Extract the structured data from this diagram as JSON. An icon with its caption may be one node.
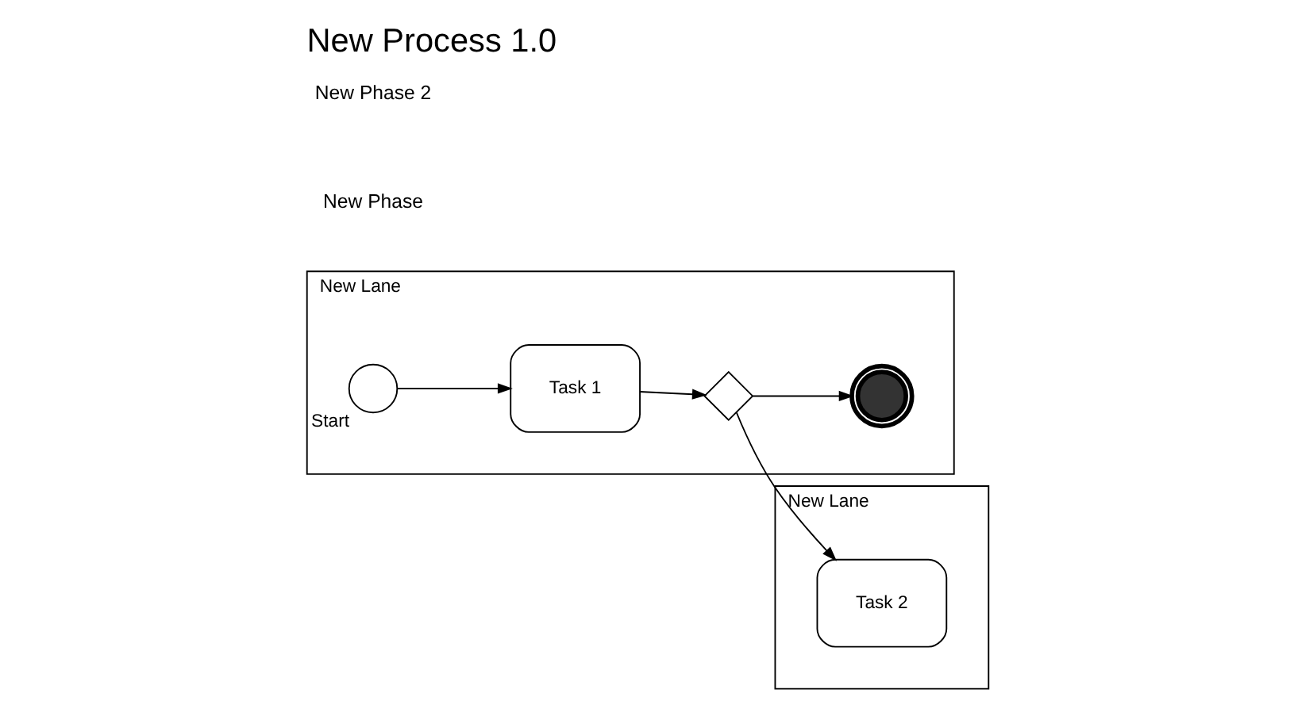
{
  "diagram": {
    "title": "New Process 1.0",
    "nodes": [
      {
        "text": [
          "New Lane"
        ]
      },
      {
        "text": [],
        "shape": "circle",
        "beside": [
          "Start"
        ],
        "in": 0
      },
      {
        "text": [
          "Task 1"
        ],
        "in": 0
      },
      {
        "text": [],
        "shape": "diamond",
        "in": 0
      },
      {
        "text": [],
        "shape": "circle",
        "in": 0
      },
      {
        "text": [
          "New Lane"
        ]
      },
      {
        "text": [
          "Task 2"
        ],
        "in": 5
      }
    ],
    "edges": [
      {
        "from": 1,
        "to": 2,
        "arrow": "to"
      },
      {
        "from": 2,
        "to": 3,
        "arrow": "to"
      },
      {
        "from": 3,
        "to": 4,
        "arrow": "to"
      },
      {
        "from": 3,
        "to": 6,
        "arrow": "to"
      }
    ],
    "labels": [
      "New Phase",
      "New Phase 2"
    ]
  }
}
